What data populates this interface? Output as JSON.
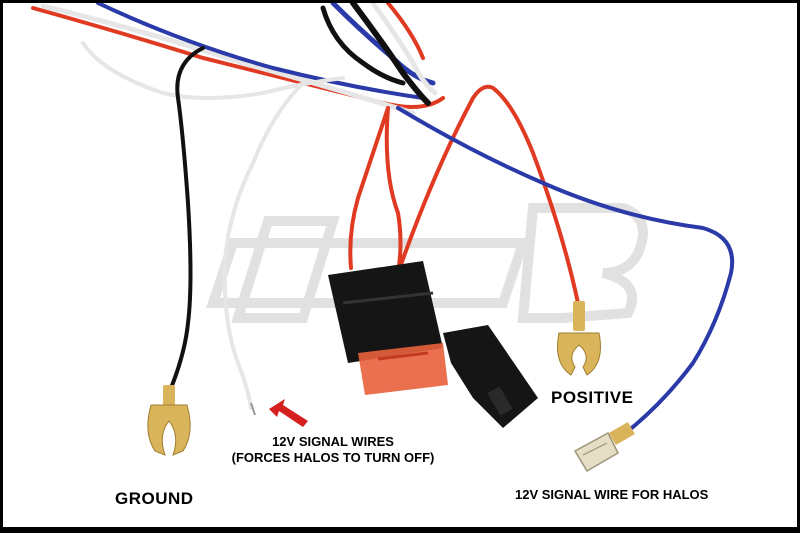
{
  "labels": {
    "ground": "GROUND",
    "positive": "POSITIVE",
    "signal_line1": "12V SIGNAL WIRES",
    "signal_line2": "(FORCES HALOS TO TURN OFF)",
    "signal_for_halos": "12V SIGNAL WIRE FOR HALOS"
  },
  "colors": {
    "border": "#000000",
    "background": "#ffffff",
    "wire_red": "#e03a22",
    "wire_black": "#111111",
    "wire_blue": "#2a3aa8",
    "wire_white": "#e6e6e6",
    "fuse_holder": "#151515",
    "fuse": "#e8603c",
    "terminal_gold": "#d9b45a",
    "arrow": "#d62020",
    "watermark": "#dcdcdc"
  },
  "icons": {
    "watermark": "jb-logo-watermark",
    "arrow": "red-arrow-icon"
  }
}
